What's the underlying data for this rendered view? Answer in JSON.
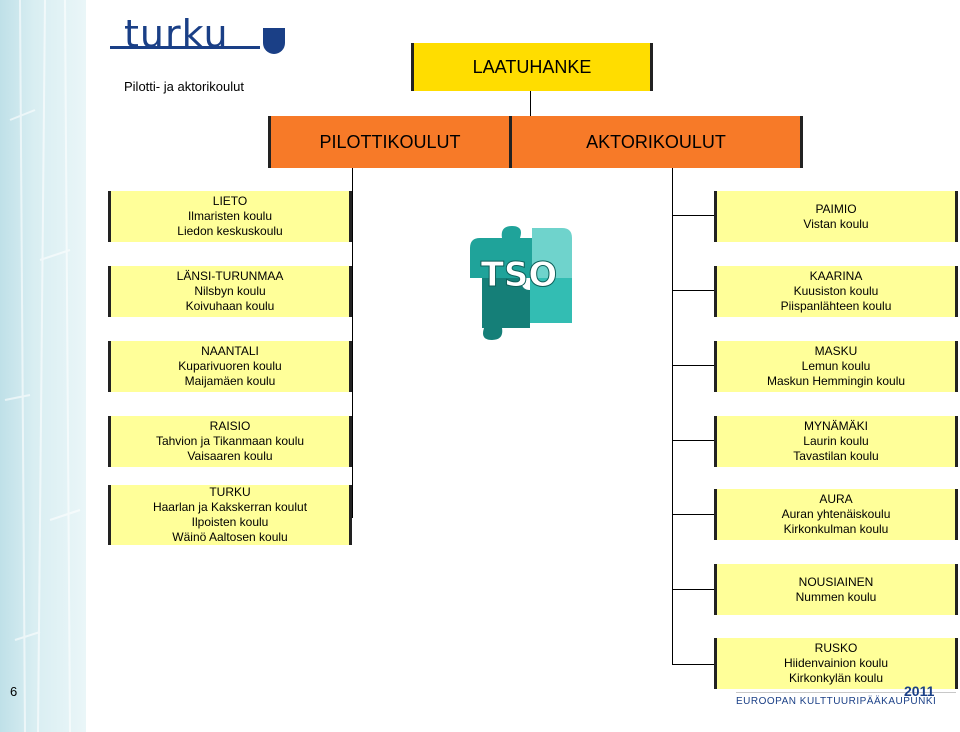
{
  "header": {
    "logo_text": "turku",
    "subtitle": "Pilotti- ja aktorikoulut",
    "page_number": "6"
  },
  "top_box": "LAATUHANKE",
  "categories": {
    "pilot": "PILOTTIKOULUT",
    "actor": "AKTORIKOULUT"
  },
  "left_boxes": [
    {
      "title": "LIETO",
      "lines": [
        "Ilmaristen koulu",
        "Liedon keskuskoulu"
      ]
    },
    {
      "title": "LÄNSI-TURUNMAA",
      "lines": [
        "Nilsbyn koulu",
        "Koivuhaan koulu"
      ]
    },
    {
      "title": "NAANTALI",
      "lines": [
        "Kuparivuoren koulu",
        "Maijamäen koulu"
      ]
    },
    {
      "title": "RAISIO",
      "lines": [
        "Tahvion ja Tikanmaan koulu",
        "Vaisaaren koulu"
      ]
    },
    {
      "title": "TURKU",
      "lines": [
        "Haarlan ja Kakskerran koulut",
        "Ilpoisten koulu",
        "Wäinö Aaltosen koulu"
      ]
    }
  ],
  "right_boxes": [
    {
      "title": "PAIMIO",
      "lines": [
        "Vistan koulu"
      ]
    },
    {
      "title": "KAARINA",
      "lines": [
        "Kuusiston koulu",
        "Piispanlähteen koulu"
      ]
    },
    {
      "title": "MASKU",
      "lines": [
        "Lemun koulu",
        "Maskun Hemmingin koulu"
      ]
    },
    {
      "title": "MYNÄMÄKI",
      "lines": [
        "Laurin koulu",
        "Tavastilan koulu"
      ]
    },
    {
      "title": "AURA",
      "lines": [
        "Auran yhtenäiskoulu",
        "Kirkonkulman koulu"
      ]
    },
    {
      "title": "NOUSIAINEN",
      "lines": [
        "Nummen koulu"
      ]
    },
    {
      "title": "RUSKO",
      "lines": [
        "Hiidenvainion koulu",
        "Kirkonkylän koulu"
      ]
    }
  ],
  "puzzle_text": "TSO",
  "footer": {
    "text": "EUROOPAN KULTTUURIPÄÄKAUPUNKI",
    "logo_text": "2011"
  },
  "colors": {
    "yellow_box": "#ffff99",
    "laatu": "#ffdd00",
    "orange": "#f77a28",
    "turku_blue": "#1a3f86",
    "puzzle_teal": "#1fa39a"
  }
}
